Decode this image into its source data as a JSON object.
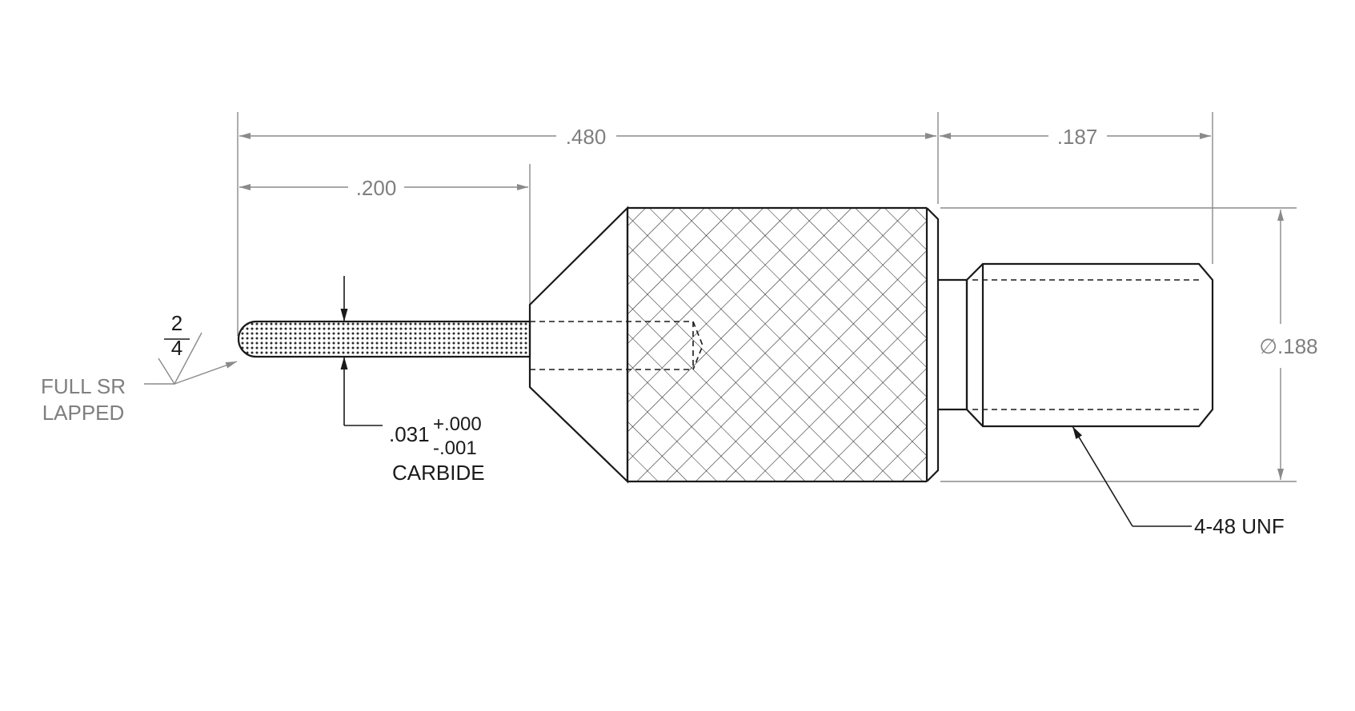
{
  "dimensions": {
    "overall_length": ".480",
    "stylus_length": ".200",
    "thread_length": ".187",
    "diameter": "∅.188"
  },
  "stylus": {
    "diameter": ".031",
    "tol_plus": "+.000",
    "tol_minus": "-.001",
    "material": "CARBIDE"
  },
  "surface_finish": {
    "top": "2",
    "bottom": "4",
    "note_line1": "FULL SR",
    "note_line2": "LAPPED"
  },
  "thread": {
    "callout": "4-48 UNF"
  },
  "colors": {
    "object_line": "#1a1a1a",
    "dimension_line": "#8a8a8a",
    "background": "#ffffff"
  }
}
